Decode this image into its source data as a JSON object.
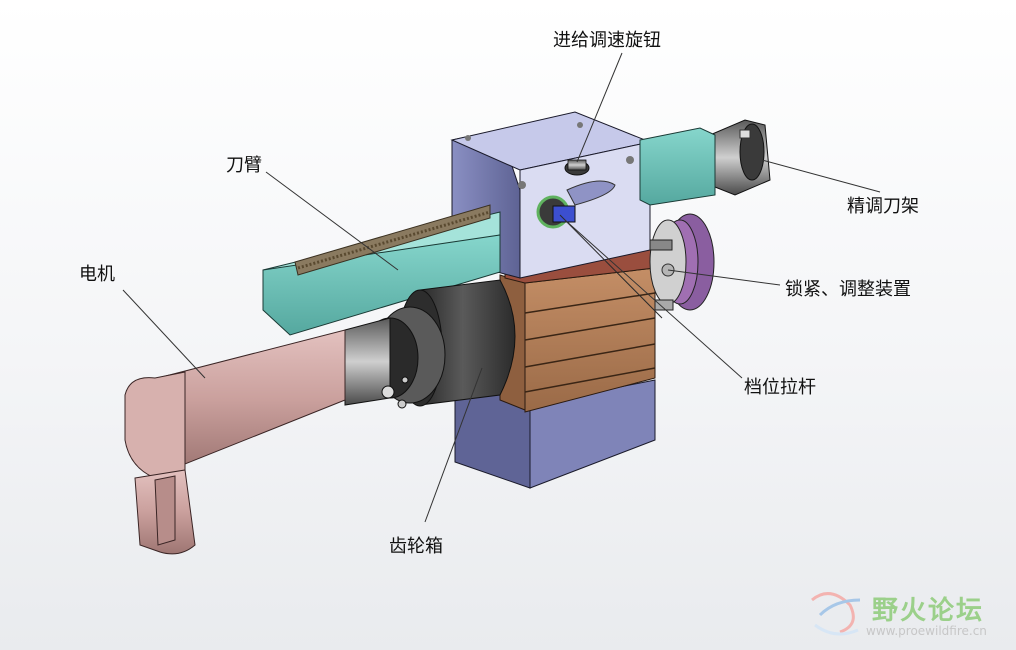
{
  "labels": {
    "knob": "进给调速旋钮",
    "arm": "刀臂",
    "fine_holder": "精调刀架",
    "motor": "电机",
    "lock_adjust": "锁紧、调整装置",
    "gear_lever": "档位拉杆",
    "gearbox": "齿轮箱"
  },
  "watermark": {
    "cn": "野火论坛",
    "en": "www.proewildfire.cn"
  },
  "colors": {
    "arm_teal": "#6fc4bb",
    "motor_pink": "#cfa2a0",
    "gearbox_dark": "#3c3c3c",
    "body_blue": "#6f74a6",
    "block_copper": "#b47d58",
    "disc_purple": "#a06fb2",
    "watermark_green": "#9bd08a"
  }
}
